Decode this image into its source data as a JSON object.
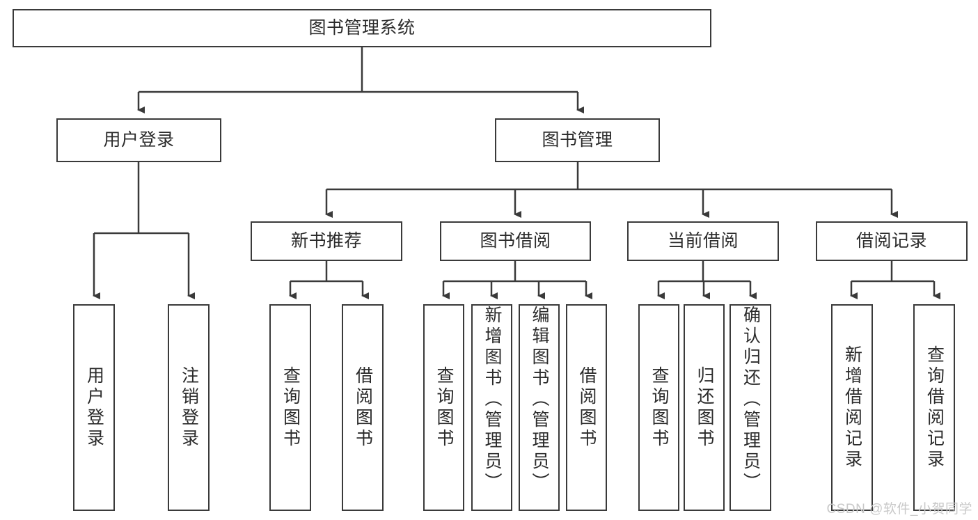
{
  "diagram": {
    "title": "图书管理系统",
    "type": "hierarchy-tree",
    "background_color": "#ffffff",
    "box_border_color": "#3a3a3a",
    "text_color": "#2b2b2b",
    "levels": 4,
    "root": {
      "label": "图书管理系统"
    },
    "level2": [
      {
        "label": "用户登录"
      },
      {
        "label": "图书管理"
      }
    ],
    "level3": [
      {
        "label": "新书推荐"
      },
      {
        "label": "图书借阅"
      },
      {
        "label": "当前借阅"
      },
      {
        "label": "借阅记录"
      }
    ],
    "leaves": {
      "user_login": [
        {
          "label": "用户登录"
        },
        {
          "label": "注销登录"
        }
      ],
      "new_book_recommend": [
        {
          "label": "查询图书"
        },
        {
          "label": "借阅图书"
        }
      ],
      "book_borrow": [
        {
          "label": "查询图书"
        },
        {
          "label": "新增图书（管理员）"
        },
        {
          "label": "编辑图书（管理员）"
        },
        {
          "label": "借阅图书"
        }
      ],
      "current_borrow": [
        {
          "label": "查询图书"
        },
        {
          "label": "归还图书"
        },
        {
          "label": "确认归还（管理员）"
        }
      ],
      "borrow_record": [
        {
          "label": "新增借阅记录"
        },
        {
          "label": "查询借阅记录"
        }
      ]
    }
  },
  "watermark": {
    "text": "CSDN @软件_小贺同学"
  }
}
